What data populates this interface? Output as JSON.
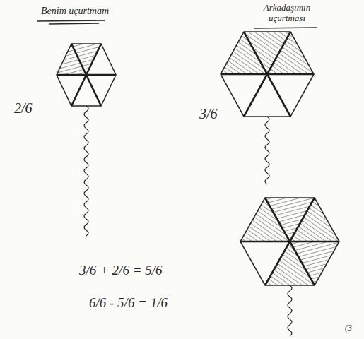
{
  "diagram": {
    "labels": [
      "Benim uçurtmam",
      "2/6",
      "Arkadaşımın uçurtması",
      "3/6",
      "3/6 + 2/6 = 5/6",
      "6/6 - 5/6 = 1/6",
      "(3"
    ]
  }
}
